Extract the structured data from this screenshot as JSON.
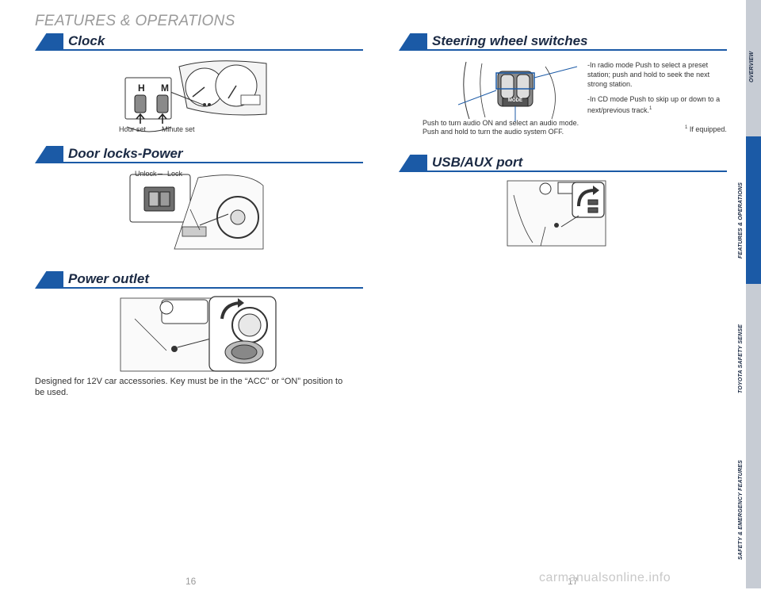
{
  "chapter_title": "FEATURES & OPERATIONS",
  "sections": {
    "clock": {
      "title": "Clock",
      "key_h": "H",
      "key_m": "M",
      "hour_label": "Hour set",
      "minute_label": "Minute set"
    },
    "door_locks": {
      "title": "Door locks-Power",
      "unlock": "Unlock",
      "lock": "Lock"
    },
    "power_outlet": {
      "title": "Power outlet",
      "description": "Designed for 12V car accessories. Key must be in the “ACC” or “ON” position to be used."
    },
    "steering": {
      "title": "Steering wheel switches",
      "note_radio": "-In radio mode Push to select a preset station; push and hold to seek the next strong station.",
      "note_cd": "-In CD mode Push to skip up or down to a next/previous track.",
      "note_cd_sup": "1",
      "mode_label": "MODE",
      "power_caption_1": "Push to turn audio ON and select an audio mode.",
      "power_caption_2": "Push and hold to turn the audio system OFF.",
      "footnote_sup": "1",
      "footnote": "If equipped."
    },
    "usb": {
      "title": "USB/AUX port"
    }
  },
  "page_numbers": {
    "left": "16",
    "right": "17"
  },
  "nav": {
    "items": [
      {
        "label": "OVERVIEW",
        "active": false
      },
      {
        "label": "FEATURES & OPERATIONS",
        "active": true
      },
      {
        "label": "TOYOTA SAFETY SENSE",
        "active": false
      },
      {
        "label": "SAFETY & EMERGENCY FEATURES",
        "active": false
      }
    ]
  },
  "watermark": "carmanualsonline.info",
  "colors": {
    "accent": "#1b5aa6",
    "nav_inactive": "#c7ccd4"
  }
}
